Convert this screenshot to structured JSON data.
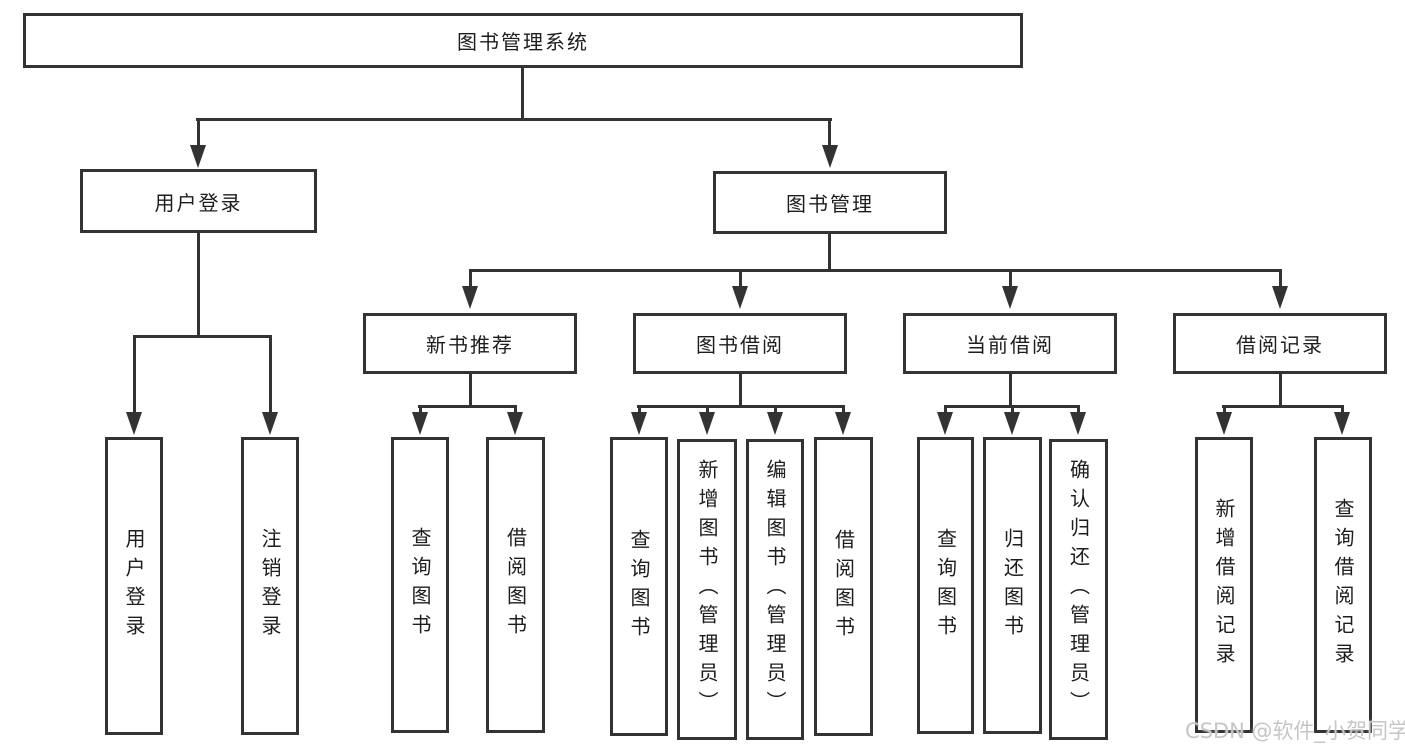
{
  "diagram": {
    "title": "图书管理系统",
    "level2": [
      {
        "label": "用户登录"
      },
      {
        "label": "图书管理"
      }
    ],
    "level3": [
      {
        "label": "新书推荐"
      },
      {
        "label": "图书借阅"
      },
      {
        "label": "当前借阅"
      },
      {
        "label": "借阅记录"
      }
    ],
    "leaves": {
      "user": [
        "用户登录",
        "注销登录"
      ],
      "recommend": [
        "查询图书",
        "借阅图书"
      ],
      "borrow": [
        "查询图书",
        "新增图书（管理员）",
        "编辑图书（管理员）",
        "借阅图书"
      ],
      "current": [
        "查询图书",
        "归还图书",
        "确认归还（管理员）"
      ],
      "records": [
        "新增借阅记录",
        "查询借阅记录"
      ]
    },
    "watermark": "CSDN @软件_小贺同学",
    "colors": {
      "line": "#333333",
      "text": "#1d1d1d",
      "background": "#ffffff",
      "watermark": "#c6c6c6"
    }
  }
}
